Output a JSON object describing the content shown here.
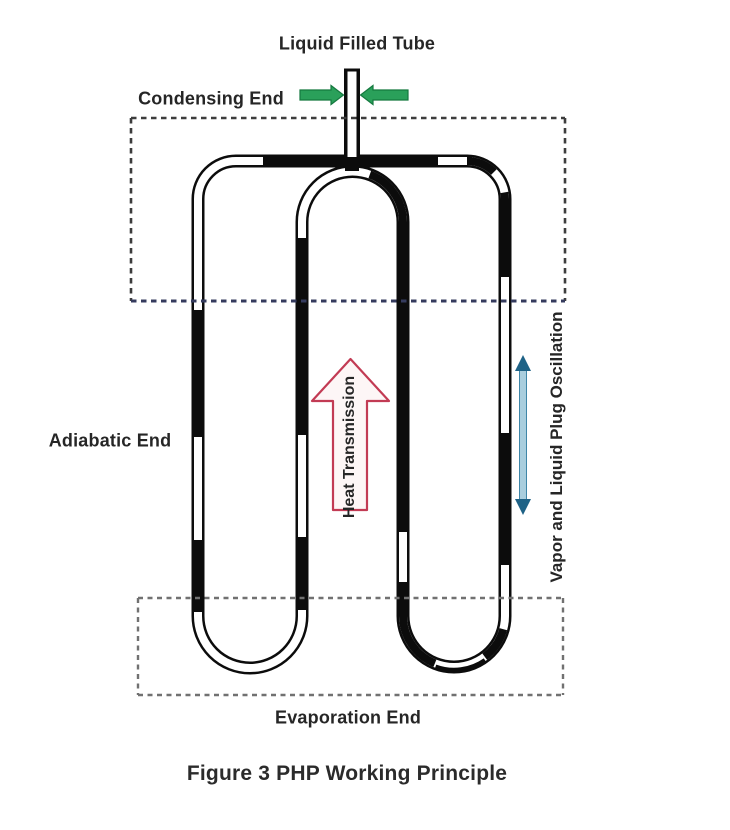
{
  "figure": {
    "title_top": "Liquid Filled Tube",
    "caption": "Figure 3 PHP Working Principle"
  },
  "labels": {
    "condensing_end": "Condensing End",
    "adiabatic_end": "Adiabatic End",
    "evaporation_end": "Evaporation End",
    "heat_transmission": "Heat Transmission",
    "vapor_oscillation": "Vapor and Liquid Plug Oscillation"
  },
  "colors": {
    "tube_outline": "#0c0c0c",
    "liquid_plug": "#0c0c0c",
    "vapor_plug": "#ffffff",
    "text": "#262626",
    "green_arrow": "#2aa05a",
    "green_arrow_border": "#15793f",
    "heat_arrow_outline": "#c23b54",
    "heat_arrow_fill": "#fdf6f6",
    "oscillation_arrow_head": "#1e6286",
    "oscillation_arrow_shaft": "#a9cede",
    "condensing_box_border": "#3d3d3d",
    "condensing_box_bottom": "#353b5e",
    "evaporation_box_border": "#717171"
  }
}
